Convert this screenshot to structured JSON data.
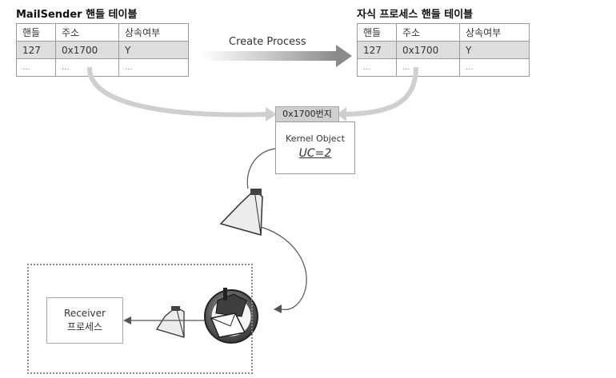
{
  "left_table": {
    "title": "MailSender 핸들 테이블",
    "headers": [
      "핸들",
      "주소",
      "상속여부"
    ],
    "row": [
      "127",
      "0x1700",
      "Y"
    ],
    "dots": [
      "...",
      "...",
      "..."
    ]
  },
  "right_table": {
    "title": "자식 프로세스 핸들 테이블",
    "headers": [
      "핸들",
      "주소",
      "상속여부"
    ],
    "row": [
      "127",
      "0x1700",
      "Y"
    ],
    "dots": [
      "...",
      "...",
      "..."
    ]
  },
  "create_process_label": "Create Process",
  "address_label": "0x1700번지",
  "kernel_object": {
    "name": "Kernel Object",
    "uc": "UC=2"
  },
  "receiver": {
    "line1": "Receiver",
    "line2": "프로세스"
  }
}
